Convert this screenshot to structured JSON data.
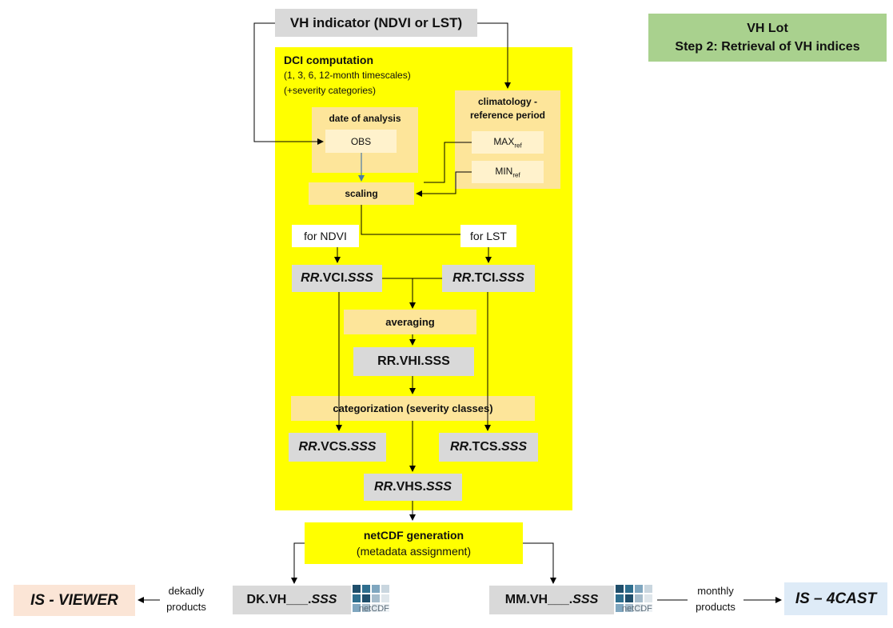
{
  "header": {
    "lot": "VH Lot",
    "step": "Step 2: Retrieval of VH indices"
  },
  "input": {
    "label": "VH indicator (NDVI or LST)"
  },
  "dci": {
    "title": "DCI computation",
    "line1": "(1, 3, 6, 12-month timescales)",
    "line2": "(+severity categories)"
  },
  "date_of_analysis": {
    "title": "date of analysis",
    "obs": "OBS"
  },
  "climatology": {
    "title_line1": "climatology -",
    "title_line2": "reference period",
    "max": "MAX",
    "max_sub": "ref",
    "min": "MIN",
    "min_sub": "ref"
  },
  "scaling": "scaling",
  "for_ndvi": "for NDVI",
  "for_lst": "for LST",
  "vci": {
    "prefix": "RR",
    "mid": ".VCI.",
    "suffix": "SSS"
  },
  "tci": {
    "prefix": "RR",
    "mid": ".TCI.",
    "suffix": "SSS"
  },
  "averaging": "averaging",
  "vhi": "RR.VHI.SSS",
  "categorization": "categorization (severity classes)",
  "vcs": {
    "prefix": "RR",
    "mid": ".VCS.",
    "suffix": "SSS"
  },
  "tcs": {
    "prefix": "RR",
    "mid": ".TCS.",
    "suffix": "SSS"
  },
  "vhs": {
    "prefix": "RR",
    "mid": ".VHS.",
    "suffix": "SSS"
  },
  "netcdf": {
    "title": "netCDF generation",
    "subtitle": "(metadata assignment)"
  },
  "dk": {
    "prefix": "DK.VH",
    "blank": "___",
    "dot": ".",
    "suffix": "SSS"
  },
  "mm": {
    "prefix": "MM.VH",
    "blank": "___",
    "dot": ".",
    "suffix": "SSS"
  },
  "netcdf_logo": "netCDF",
  "dekadly": {
    "line1": "dekadly",
    "line2": "products"
  },
  "monthly": {
    "line1": "monthly",
    "line2": "products"
  },
  "is_viewer": "IS - VIEWER",
  "is_4cast": "IS – 4CAST",
  "colors": {
    "yellow": "#ffff00",
    "pale_orange": "#fde59a",
    "light_cream": "#fff2cc",
    "gray": "#d9d9d9",
    "green": "#a9d18e",
    "salmon": "#fbe5d6",
    "light_blue": "#deebf7",
    "arrow_blue": "#4a7ba7"
  }
}
